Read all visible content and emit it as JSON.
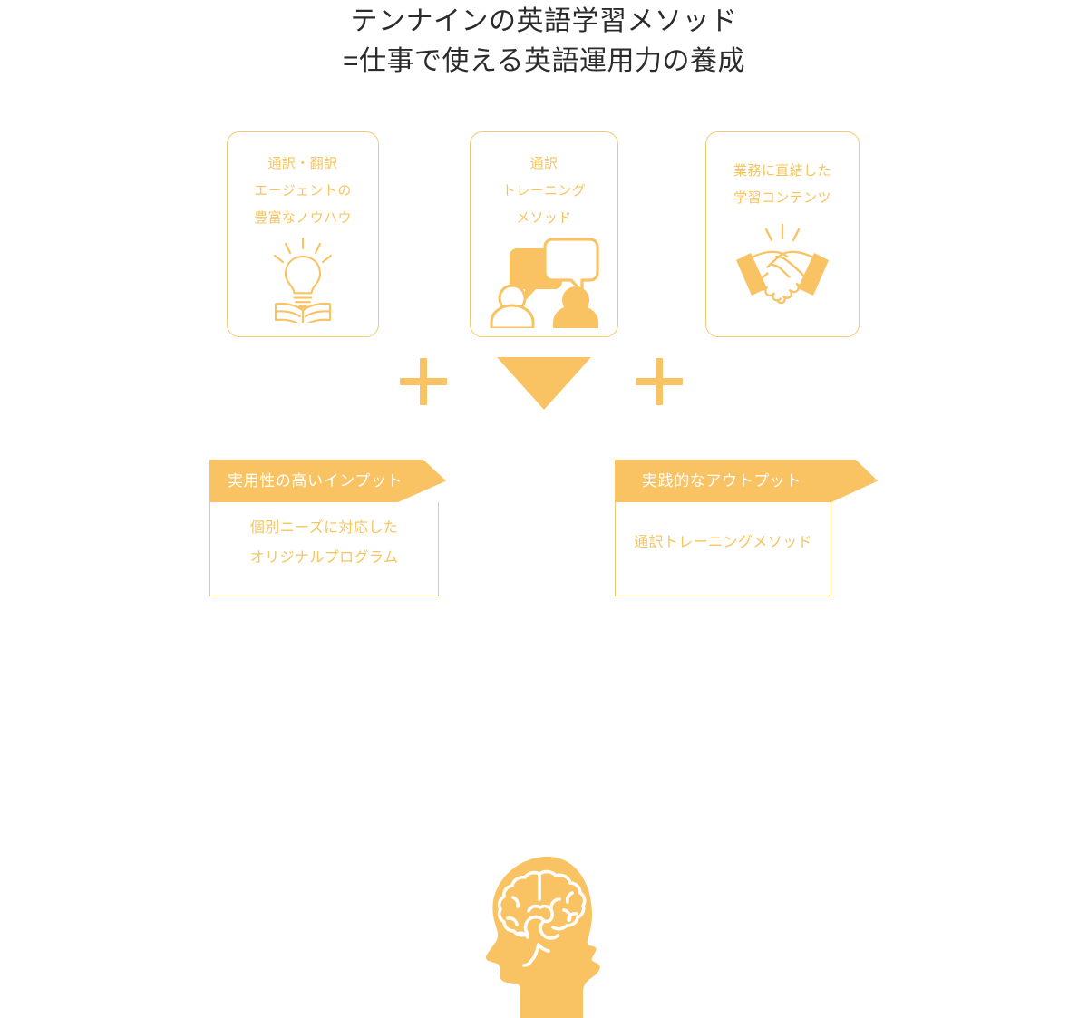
{
  "title": {
    "line1": "テンナインの英語学習メソッド",
    "line2": "=仕事で使える英語運用力の養成"
  },
  "colors": {
    "accent": "#f9c262",
    "accent_light": "#f7c96b",
    "text_orange": "#f6c55f",
    "title_text": "#2b2b2b",
    "banner_text": "#ffffff",
    "background": "#ffffff"
  },
  "formula": {
    "operator_1": "+",
    "operator_2": "+",
    "flow_arrow": "▼"
  },
  "cards": [
    {
      "id": "card-interpreter-agency",
      "lines": [
        "通訳・翻訳",
        "エージェントの",
        "豊富なノウハウ"
      ],
      "icon": "lightbulb-book-icon"
    },
    {
      "id": "card-training-method",
      "lines": [
        "通訳",
        "トレーニング",
        "メソッド"
      ],
      "icon": "two-people-speech-bubbles-icon"
    },
    {
      "id": "card-learning-content",
      "lines": [
        "業務に直結した",
        "学習コンテンツ"
      ],
      "icon": "handshake-icon"
    }
  ],
  "outcome": {
    "center_icon": "head-with-brain-icon",
    "panels": [
      {
        "id": "panel-input",
        "side": "left",
        "banner": "実用性の高いインプット",
        "lines": [
          "個別ニーズに対応した",
          "オリジナルプログラム"
        ]
      },
      {
        "id": "panel-output",
        "side": "right",
        "banner": "実践的なアウトプット",
        "lines": [
          "通訳トレーニングメソッド"
        ]
      }
    ]
  }
}
